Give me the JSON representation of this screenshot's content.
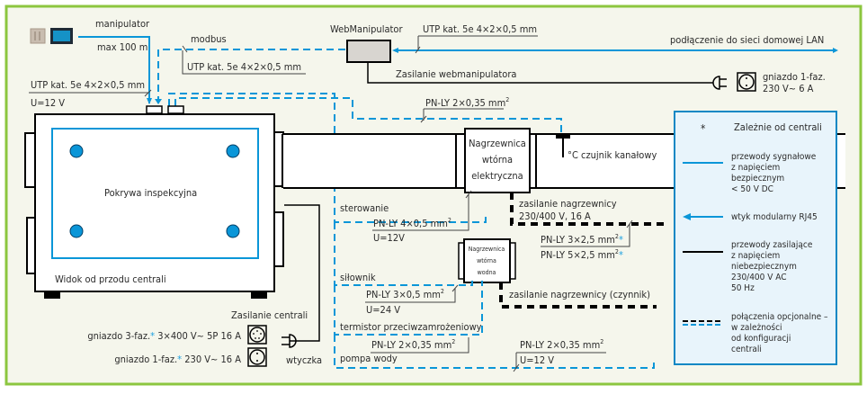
{
  "colors": {
    "frame": "#8cc63f",
    "background": "#f5f6ec",
    "signal": "#0a96d8",
    "power": "#000000",
    "legend_bg": "#e8f4fb",
    "legend_border": "#0a87c4",
    "device_fill": "#d8d5d0",
    "dot": "#0a96d8",
    "asterisk": "#1aa0e0"
  },
  "manipulator": {
    "title": "manipulator",
    "max_length": "max 100 m",
    "cable": "UTP kat. 5e 4×2×0,5 mm",
    "voltage": "U=12 V"
  },
  "modbus": {
    "title": "modbus",
    "cable": "UTP kat. 5e 4×2×0,5 mm"
  },
  "webmanipulator": {
    "title": "WebManipulator",
    "cable": "UTP kat. 5e 4×2×0,5 mm",
    "lan": "podłączenie do sieci domowej LAN",
    "power": "Zasilanie webmanipulatora",
    "socket_line1": "gniazdo 1-faz.",
    "socket_line2": "230 V~ 6 A"
  },
  "sensor_cable": {
    "cable": "PN-LY 2×0,35 mm",
    "sup": "2"
  },
  "unit": {
    "cover_label": "Pokrywa inspekcyjna",
    "view_label": "Widok od przodu centrali"
  },
  "electric_heater": {
    "line1": "Nagrzewnica",
    "line2": "wtórna",
    "line3": "elektryczna",
    "sensor": "°C czujnik kanałowy",
    "supply_line1": "zasilanie nagrzewnicy",
    "supply_line2": "230/400 V, 16 A",
    "cable1": "PN-LY 3×2,5 mm",
    "cable2": "PN-LY 5×2,5 mm",
    "sup": "2",
    "asterisk": "*"
  },
  "water_heater": {
    "line1": "Nagrzewnica",
    "line2": "wtórna",
    "line3": "wodna",
    "supply": "zasilanie nagrzewnicy (czynnik)"
  },
  "control": {
    "sterowanie": "sterowanie",
    "sterowanie_cable": "PN-LY 4×0,5 mm",
    "sterowanie_voltage": "U=12V",
    "silownik": "siłownik",
    "silownik_cable": "PN-LY 3×0,5 mm",
    "silownik_voltage": "U=24 V",
    "termistor": "termistor przeciwzamrożeniowy",
    "termistor_cable": "PN-LY 2×0,35 mm",
    "pompa": "pompa wody",
    "pompa_cable": "PN-LY 2×0,35 mm",
    "pompa_voltage": "U=12 V",
    "sup": "2"
  },
  "power_supply": {
    "title": "Zasilanie centrali",
    "socket3": "gniazdo 3-faz.",
    "socket3_spec": " 3×400 V~ 5P 16 A",
    "socket1": "gniazdo 1-faz.",
    "socket1_spec": " 230 V~ 16 A",
    "asterisk": "*",
    "plug": "wtyczka"
  },
  "legend": {
    "asterisk": "*",
    "asterisk_text": "Zależnie od centrali",
    "signal_lines": [
      "przewody sygnałowe",
      "z napięciem",
      "bezpiecznym",
      "< 50 V DC"
    ],
    "rj45": "wtyk modularny RJ45",
    "power_lines": [
      "przewody zasilające",
      "z napięciem",
      "niebezpiecznym",
      "230/400 V AC",
      "50 Hz"
    ],
    "optional_lines": [
      "połączenia opcjonalne –",
      "w zależności",
      "od konfiguracji",
      "centrali"
    ]
  }
}
